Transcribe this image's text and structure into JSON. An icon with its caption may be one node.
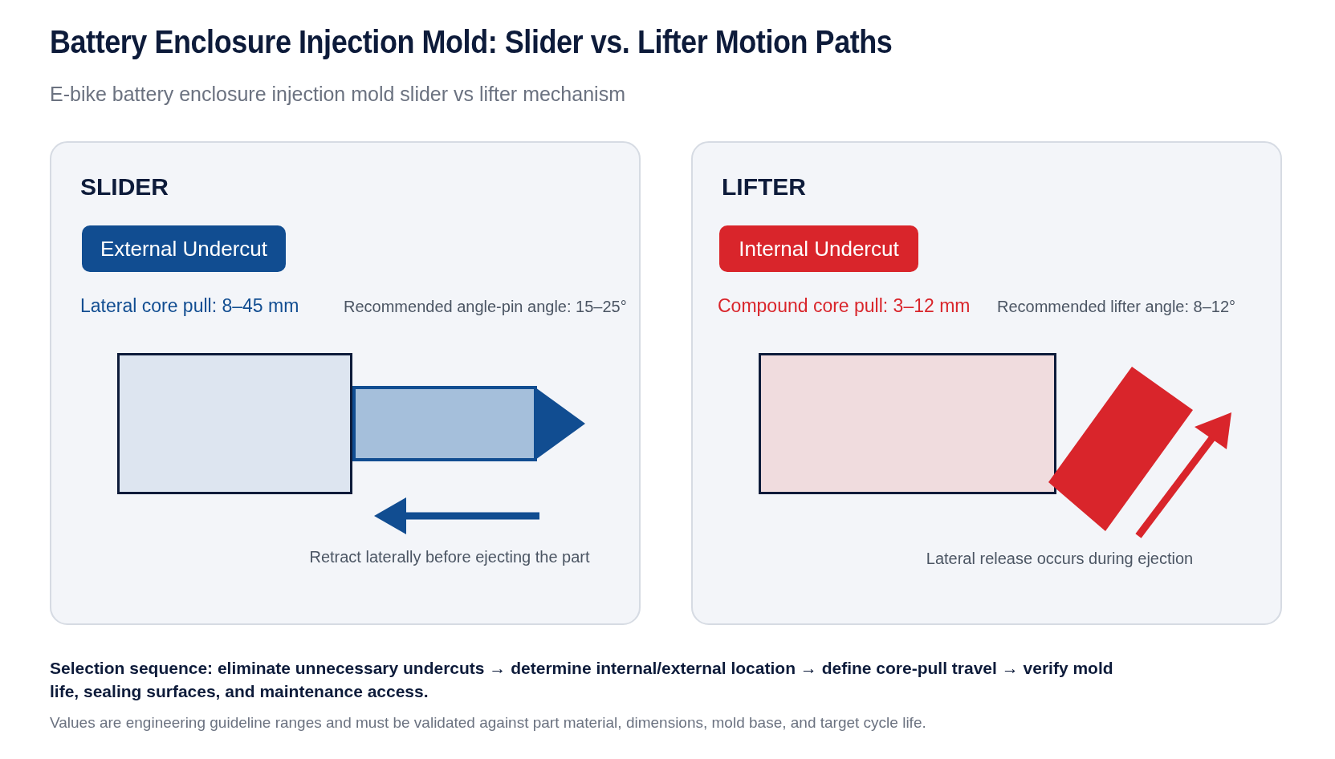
{
  "diagram": {
    "title": "Battery Enclosure Injection Mold: Slider vs. Lifter Motion Paths",
    "nodes": [
      {
        "text": [
          "SLIDER"
        ]
      },
      {
        "text": [
          "External Undercut"
        ],
        "in": 0
      },
      {
        "text": [],
        "shape": "box",
        "in": 0
      },
      {
        "text": [],
        "shape": "arrow",
        "in": 0
      },
      {
        "text": [
          "LIFTER"
        ]
      },
      {
        "text": [
          "Internal Undercut"
        ],
        "in": 4
      },
      {
        "text": [],
        "shape": "box",
        "in": 4
      },
      {
        "text": [],
        "shape": "box",
        "in": 4
      }
    ],
    "labels": [
      "E-bike battery enclosure injection mold slider vs lifter mechanism",
      "Lateral core pull: 8–45 mm",
      "Recommended angle-pin angle: 15–25°",
      "Retract laterally before ejecting the part",
      "Compound core pull: 3–12 mm",
      "Recommended lifter angle: 8–12°",
      "Lateral release occurs during ejection",
      "Selection sequence: eliminate unnecessary undercuts → determine internal/external location → define core-pull travel → verify mold life, sealing surfaces, and maintenance access.",
      "Values are engineering guideline ranges and must be validated against part material, dimensions, mold base, and target cycle life."
    ]
  }
}
